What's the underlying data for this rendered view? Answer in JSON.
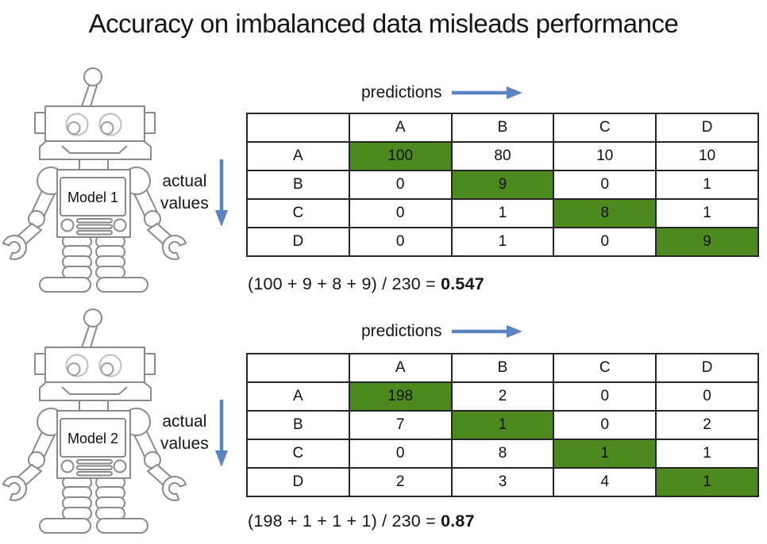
{
  "slide": {
    "title": "Accuracy on imbalanced data misleads performance"
  },
  "colors": {
    "green": "#4d8a1e",
    "arrow": "#5b84c0"
  },
  "models": [
    {
      "name": "Model 1",
      "predictions_label": "predictions",
      "actual_label": [
        "actual",
        "values"
      ],
      "col_headers": [
        "A",
        "B",
        "C",
        "D"
      ],
      "row_headers": [
        "A",
        "B",
        "C",
        "D"
      ],
      "matrix": [
        [
          100,
          80,
          10,
          10
        ],
        [
          0,
          9,
          0,
          1
        ],
        [
          0,
          1,
          8,
          1
        ],
        [
          0,
          1,
          0,
          9
        ]
      ],
      "highlighted_cells": "diagonal",
      "accuracy_formula": "(100 + 9 + 8 + 9) / 230 = ",
      "accuracy_value": "0.547"
    },
    {
      "name": "Model 2",
      "predictions_label": "predictions",
      "actual_label": [
        "actual",
        "values"
      ],
      "col_headers": [
        "A",
        "B",
        "C",
        "D"
      ],
      "row_headers": [
        "A",
        "B",
        "C",
        "D"
      ],
      "matrix": [
        [
          198,
          2,
          0,
          0
        ],
        [
          7,
          1,
          0,
          2
        ],
        [
          0,
          8,
          1,
          1
        ],
        [
          2,
          3,
          4,
          1
        ]
      ],
      "highlighted_cells": "diagonal",
      "accuracy_formula": "(198 + 1 + 1 + 1) / 230 = ",
      "accuracy_value": "0.87"
    }
  ]
}
